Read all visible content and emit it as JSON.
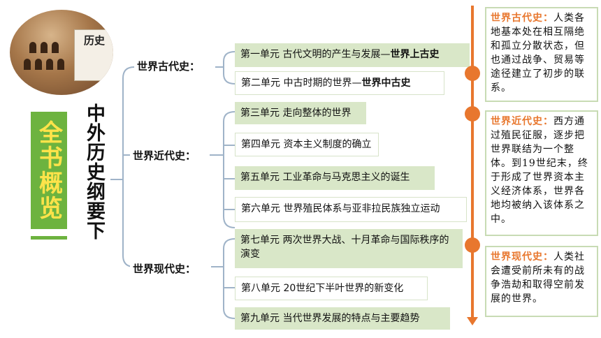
{
  "cover": {
    "book_title": "历史"
  },
  "badge": {
    "text": "全书概览"
  },
  "main_title": "中外历史纲要下",
  "eras": [
    {
      "label": "世界古代史："
    },
    {
      "label": "世界近代史："
    },
    {
      "label": "世界现代史："
    }
  ],
  "units": [
    {
      "text": "第一单元 古代文明的产生与发展—",
      "bold": "世界上古史"
    },
    {
      "text": "第二单元 中古时期的世界—",
      "bold": "世界中古史"
    },
    {
      "text": "第三单元 走向整体的世界",
      "bold": ""
    },
    {
      "text": "第四单元 资本主义制度的确立",
      "bold": ""
    },
    {
      "text": "第五单元 工业革命与马克思主义的诞生",
      "bold": ""
    },
    {
      "text": "第六单元 世界殖民体系与亚非拉民族独立运动",
      "bold": ""
    },
    {
      "text": "第七单元 两次世界大战、十月革命与国际秩序的演变",
      "bold": ""
    },
    {
      "text": "第八单元 20世纪下半叶世界的新变化",
      "bold": ""
    },
    {
      "text": "第九单元 当代世界发展的特点与主要趋势",
      "bold": ""
    }
  ],
  "descriptions": [
    {
      "heading": "世界古代史：",
      "body": "人类各地基本处在相互隔绝和孤立分散状态，但也通过战争、贸易等途径建立了初步的联系。"
    },
    {
      "heading": "世界近代史：",
      "body": "西方通过殖民征服，逐步把世界联结为一个整体。到19世纪末，终于形成了世界资本主义经济体系，世界各地均被纳入该体系之中。"
    },
    {
      "heading": "世界现代史：",
      "body": "人类社会遭受前所未有的战争浩劫和取得空前发展的世界。"
    }
  ],
  "colors": {
    "green": "#6db33f",
    "light_green": "#d9e7c8",
    "orange": "#e8772e",
    "yellow": "#ffe34a"
  }
}
